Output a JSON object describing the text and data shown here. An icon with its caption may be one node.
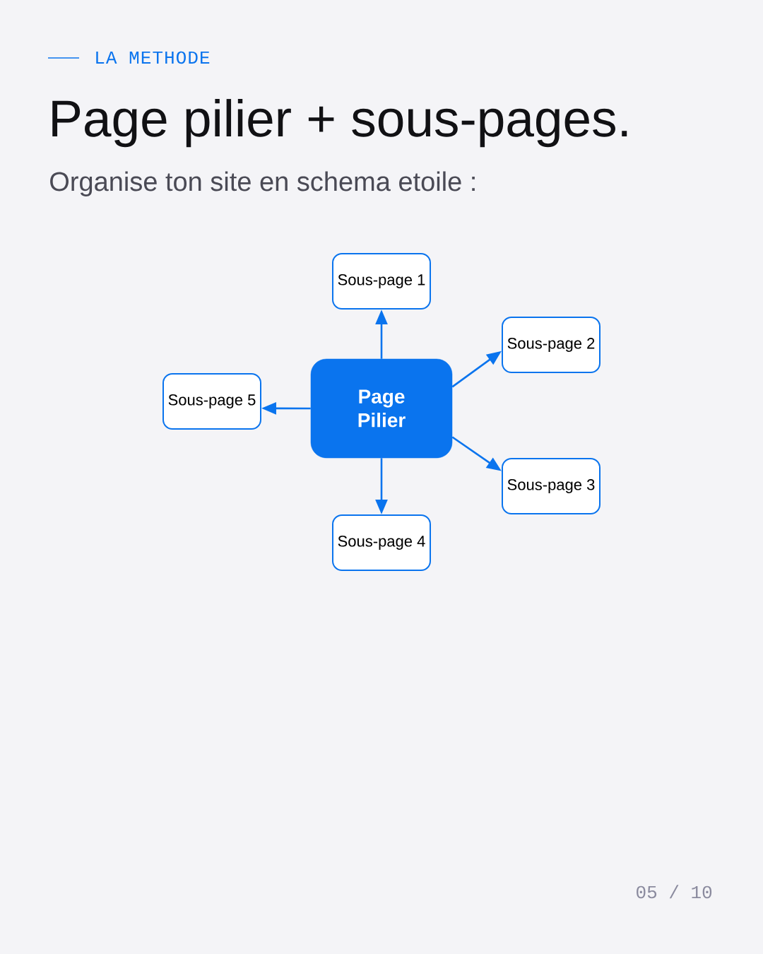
{
  "diagram": {
    "title": "Page pilier + sous-pages.",
    "nodes": [
      {
        "text": [
          "Page Pilier"
        ]
      },
      {
        "text": [
          "Sous-page 1"
        ]
      },
      {
        "text": [
          "Sous-page 2"
        ]
      },
      {
        "text": [
          "Sous-page 3"
        ]
      },
      {
        "text": [
          "Sous-page 4"
        ]
      },
      {
        "text": [
          "Sous-page 5"
        ]
      }
    ],
    "edges": [
      {
        "from": 0,
        "to": 1,
        "arrow": "to"
      },
      {
        "from": 0,
        "to": 2,
        "arrow": "to"
      },
      {
        "from": 0,
        "to": 3,
        "arrow": "to"
      },
      {
        "from": 0,
        "to": 4,
        "arrow": "to"
      },
      {
        "from": 0,
        "to": 5,
        "arrow": "to"
      }
    ],
    "labels": [
      "LA METHODE",
      "Organise ton site en schema etoile :",
      "05 / 10"
    ]
  }
}
